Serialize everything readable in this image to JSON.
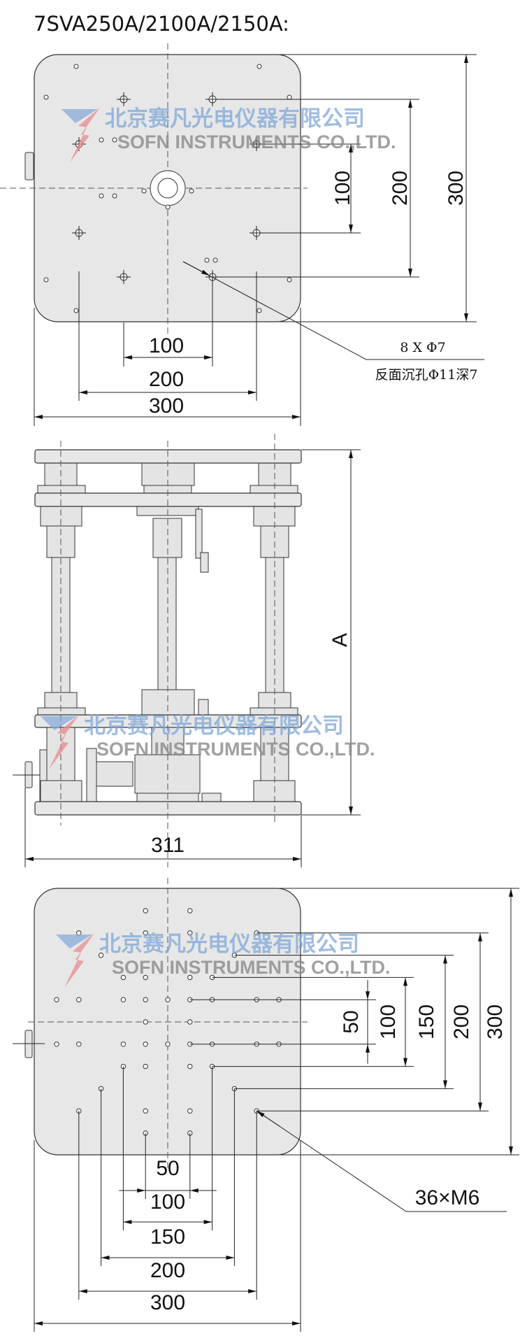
{
  "title": "7SVA250A/2100A/2150A:",
  "top_view": {
    "dims_vertical": [
      "100",
      "200",
      "300"
    ],
    "dims_horizontal": [
      "100",
      "200",
      "300"
    ],
    "note_line1": "8 X Φ7",
    "note_line2": "反面沉孔Φ11深7"
  },
  "side_view": {
    "height_label": "A",
    "width_label": "311"
  },
  "bottom_view": {
    "dims_vertical": [
      "50",
      "100",
      "150",
      "200",
      "300"
    ],
    "dims_horizontal": [
      "50",
      "100",
      "150",
      "200",
      "300"
    ],
    "note": "36×M6"
  },
  "watermark": {
    "company_cn": "北京赛凡光电仪器有限公司",
    "company_en": "SOFN INSTRUMENTS CO.,LTD.",
    "logo_colors": [
      "#7fa7d8",
      "#e88a8f"
    ]
  }
}
